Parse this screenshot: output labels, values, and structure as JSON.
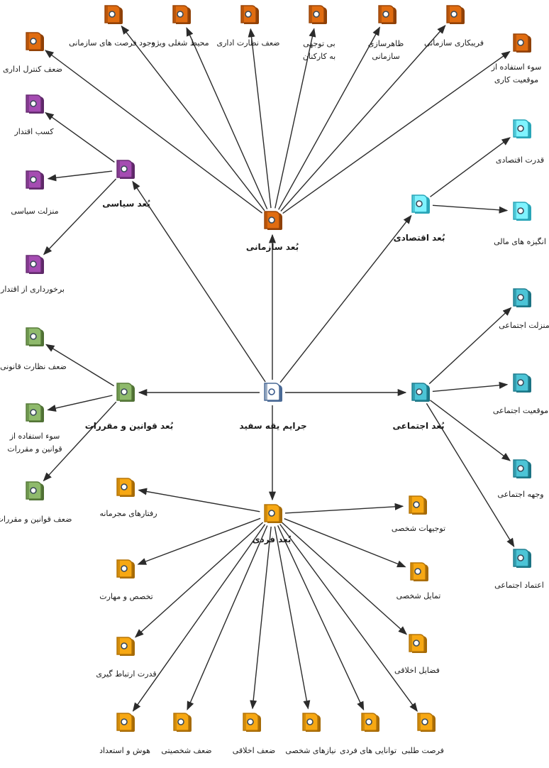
{
  "theme": {
    "line_color": "#2b2b2b",
    "white_stroke": "#3a5a8c"
  },
  "categories": {
    "center": {
      "fill": "#ffffff",
      "stroke": "#4a6a96",
      "dark": "#4a6a96"
    },
    "organ": {
      "fill": "#e06c10",
      "stroke": "#9a4508",
      "dark": "#8e4006"
    },
    "political": {
      "fill": "#a54cb2",
      "stroke": "#6a2e74",
      "dark": "#5e2868"
    },
    "economic": {
      "fill": "#7ff3ff",
      "stroke": "#2aa6b8",
      "dark": "#2aa6b8"
    },
    "social": {
      "fill": "#4cc4d6",
      "stroke": "#207f90",
      "dark": "#1c7383"
    },
    "law": {
      "fill": "#8fba6c",
      "stroke": "#587c3a",
      "dark": "#4f7034"
    },
    "individual": {
      "fill": "#f7a813",
      "stroke": "#b57508",
      "dark": "#a56a06"
    }
  },
  "nodes": {
    "center": {
      "name": "center-node",
      "category": "center",
      "label": "جرایم یقه سفید"
    },
    "dim_organ": {
      "name": "dimension-organizational",
      "category": "organ",
      "label": "بُعد سازمانی"
    },
    "dim_political": {
      "name": "dimension-political",
      "category": "political",
      "label": "بُعد سیاسی"
    },
    "dim_economic": {
      "name": "dimension-economic",
      "category": "economic",
      "label": "بُعد اقتصادی"
    },
    "dim_social": {
      "name": "dimension-social",
      "category": "social",
      "label": "بُعد اجتماعی"
    },
    "dim_law": {
      "name": "dimension-law",
      "category": "law",
      "label": "بُعد قوانین و مقررات"
    },
    "dim_indiv": {
      "name": "dimension-individual",
      "category": "individual",
      "label": "بُعد فردی"
    },
    "o_admin_control": {
      "name": "node-weak-admin-control",
      "category": "organ",
      "label": "ضعف کنترل اداری"
    },
    "o_opportunity": {
      "name": "node-org-opportunity",
      "category": "organ",
      "label": "وجود فرصت های سازمانی"
    },
    "o_special_env": {
      "name": "node-special-work-env",
      "category": "organ",
      "label": "محیط شغلی ویژه"
    },
    "o_admin_superv": {
      "name": "node-weak-admin-supervision",
      "category": "organ",
      "label": "ضعف نظارت اداری"
    },
    "o_neglect": {
      "name": "node-staff-neglect",
      "category": "organ",
      "label": "بی توجهی",
      "label2": "به کارکنان"
    },
    "o_pretense": {
      "name": "node-org-pretense",
      "category": "organ",
      "label": "ظاهرسازی",
      "label2": "سازمانی"
    },
    "o_deceit": {
      "name": "node-org-deceit",
      "category": "organ",
      "label": "فریبکاری سازمانی"
    },
    "o_misuse_pos": {
      "name": "node-job-position-misuse",
      "category": "organ",
      "label": "سوء استفاده از",
      "label2": "موقعیت کاری"
    },
    "p_gain_power": {
      "name": "node-gain-power",
      "category": "political",
      "label": "کسب اقتدار"
    },
    "p_status": {
      "name": "node-political-status",
      "category": "political",
      "label": "منزلت سیاسی"
    },
    "p_enjoy_power": {
      "name": "node-enjoy-power",
      "category": "political",
      "label": "برخورداری از اقتدار"
    },
    "e_power": {
      "name": "node-economic-power",
      "category": "economic",
      "label": "قدرت اقتصادی"
    },
    "e_motive": {
      "name": "node-financial-motive",
      "category": "economic",
      "label": "انگیزه های مالی"
    },
    "s_status": {
      "name": "node-social-status",
      "category": "social",
      "label": "منزلت اجتماعی"
    },
    "s_position": {
      "name": "node-social-position",
      "category": "social",
      "label": "موقعیت اجتماعی"
    },
    "s_face": {
      "name": "node-social-face",
      "category": "social",
      "label": "وجهه اجتماعی"
    },
    "s_trust": {
      "name": "node-social-trust",
      "category": "social",
      "label": "اعتماد اجتماعی"
    },
    "l_weak_legal": {
      "name": "node-weak-legal-supervision",
      "category": "law",
      "label": "ضعف نظارت قانونی"
    },
    "l_misuse_law": {
      "name": "node-law-misuse",
      "category": "law",
      "label": "سوء استفاده از",
      "label2": "قوانین و مقررات"
    },
    "l_weak_law": {
      "name": "node-weak-law",
      "category": "law",
      "label": "ضعف قوانین و مقررات"
    },
    "i_criminal": {
      "name": "node-criminal-behavior",
      "category": "individual",
      "label": "رفتارهای مجرمانه"
    },
    "i_expertise": {
      "name": "node-expertise-skill",
      "category": "individual",
      "label": "تخصص و مهارت"
    },
    "i_communication": {
      "name": "node-communication-power",
      "category": "individual",
      "label": "قدرت ارتباط گیری"
    },
    "i_intelligence": {
      "name": "node-intelligence-talent",
      "category": "individual",
      "label": "هوش و استعداد"
    },
    "i_weak_person": {
      "name": "node-weak-personality",
      "category": "individual",
      "label": "ضعف شخصیتی"
    },
    "i_weak_ethics": {
      "name": "node-weak-ethics",
      "category": "individual",
      "label": "ضعف اخلاقی"
    },
    "i_needs": {
      "name": "node-personal-needs",
      "category": "individual",
      "label": "نیازهای شخصی"
    },
    "i_abilities": {
      "name": "node-individual-abilities",
      "category": "individual",
      "label": "توانایی های فردی"
    },
    "i_opportunism": {
      "name": "node-opportunism",
      "category": "individual",
      "label": "فرصت طلبی"
    },
    "i_virtues": {
      "name": "node-ethical-virtues",
      "category": "individual",
      "label": "فضایل اخلاقی"
    },
    "i_tendencies": {
      "name": "node-personal-tendencies",
      "category": "individual",
      "label": "تمایل شخصی"
    },
    "i_justification": {
      "name": "node-personal-justification",
      "category": "individual",
      "label": "توجیهات شخصی"
    }
  }
}
